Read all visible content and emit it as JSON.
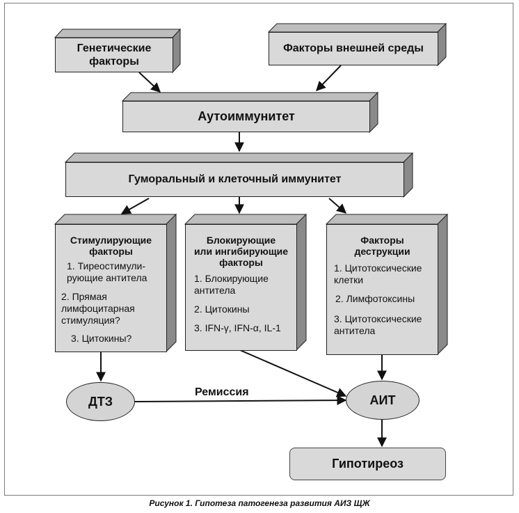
{
  "nodes": {
    "genetic": "Генетические\nфакторы",
    "external": "Факторы внешней среды",
    "autoimmunity": "Аутоиммунитет",
    "humoral": "Гуморальный и клеточный иммунитет",
    "stimulating": {
      "title": "Стимулирующие\nфакторы",
      "items": [
        "1. Тиреостимули-\nрующие антитела",
        "2. Прямая\nлимфоцитарная\nстимуляция?",
        "3. Цитокины?"
      ]
    },
    "blocking": {
      "title": "Блокирующие\nили ингибирующие\nфакторы",
      "items": [
        "1. Блокирующие\nантитела",
        "2. Цитокины",
        "3. IFN-γ, IFN-α, IL-1"
      ]
    },
    "destruction": {
      "title": "Факторы\nдеструкции",
      "items": [
        "1. Цитотоксические\nклетки",
        "2. Лимфотоксины",
        "3. Цитотоксические\nантитела"
      ]
    },
    "dtz": "ДТЗ",
    "ait": "АИТ",
    "hypothyroidism": "Гипотиреоз"
  },
  "edge_labels": {
    "remission": "Ремиссия"
  },
  "caption": "Рисунок 1. Гипотеза патогенеза развития АИЗ ЩЖ"
}
